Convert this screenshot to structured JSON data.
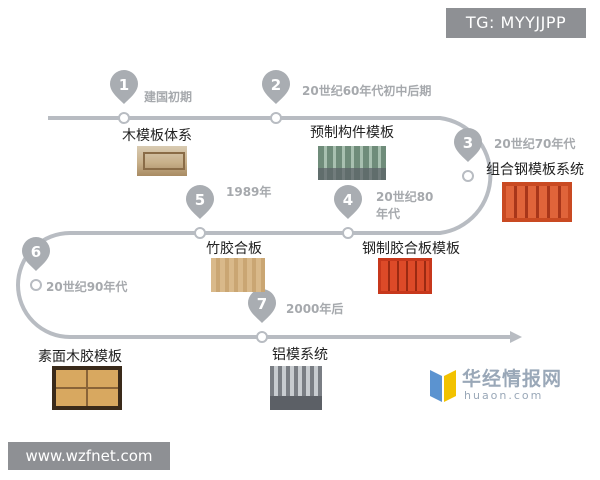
{
  "watermark_tag": "TG: MYYJJPP",
  "website": "www.wzfnet.com",
  "brand": {
    "name_cn": "华经情报网",
    "name_en": "huaon.com"
  },
  "colors": {
    "road": "#b8bcc2",
    "pin": "#a9adb2",
    "pin_number": "#ffffff",
    "era_text": "#a6a9ad",
    "name_text": "#222222",
    "tag_bg": "#8e9094",
    "brand_blue": "#5b93d0",
    "brand_yellow": "#f2c200"
  },
  "milestones": [
    {
      "number": "1",
      "era": "建国初期",
      "formwork": "木模板体系",
      "image": "wooden-formwork-photo"
    },
    {
      "number": "2",
      "era": "20世纪60年代初中后期",
      "formwork": "预制构件模板",
      "image": "precast-component-photo"
    },
    {
      "number": "3",
      "era": "20世纪70年代",
      "formwork": "组合钢模板系统",
      "image": "steel-formwork-photo"
    },
    {
      "number": "4",
      "era_line1": "20世纪80",
      "era_line2": "年代",
      "formwork": "钢制胶合板模板",
      "image": "steel-plywood-photo"
    },
    {
      "number": "5",
      "era": "1989年",
      "formwork": "竹胶合板",
      "image": "bamboo-plywood-photo"
    },
    {
      "number": "6",
      "era": "20世纪90年代",
      "formwork": "素面木胶模板",
      "image": "plain-wood-plywood-photo"
    },
    {
      "number": "7",
      "era": "2000年后",
      "formwork": "铝模系统",
      "image": "aluminum-formwork-photo"
    }
  ]
}
